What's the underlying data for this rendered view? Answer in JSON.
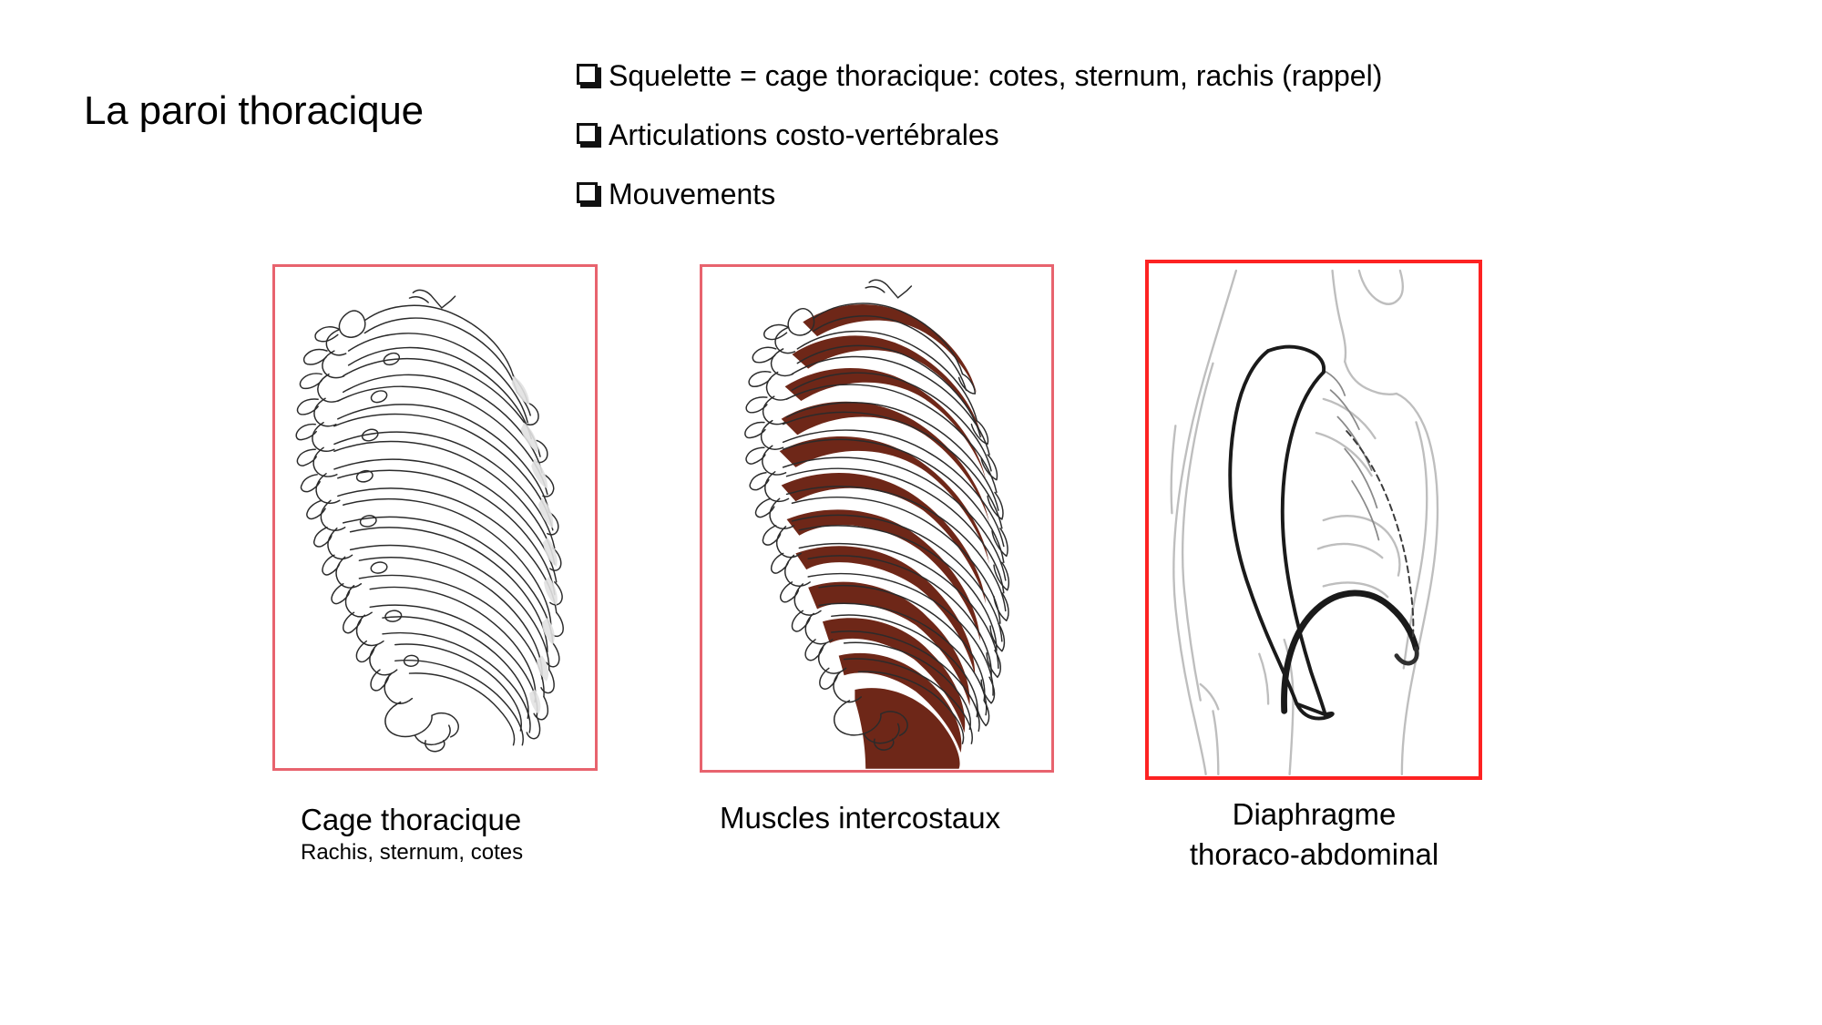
{
  "slide": {
    "title": "La paroi thoracique",
    "background_color": "#FFFFFF",
    "text_color": "#000000"
  },
  "bullets": {
    "marker_glyph": "hollow-square-shadow",
    "items": [
      {
        "text": "Squelette = cage thoracique: cotes, sternum, rachis (rappel)"
      },
      {
        "text": "Articulations costo-vertébrales"
      },
      {
        "text": "Mouvements"
      }
    ]
  },
  "figures": [
    {
      "id": "ribcage",
      "name": "cage-thoracique",
      "frame_color": "#E8636E",
      "caption_main": "Cage thoracique",
      "caption_sub": "Rachis, sternum, cotes",
      "line_color": "#2B2B2B",
      "fill_color": "#FFFFFF"
    },
    {
      "id": "muscles",
      "name": "muscles-intercostaux",
      "frame_color": "#E8636E",
      "caption_main": "Muscles intercostaux",
      "caption_sub": "",
      "line_color": "#2B2B2B",
      "fill_color": "#6E2718"
    },
    {
      "id": "diaphragm",
      "name": "diaphragme-thoraco-abdominal",
      "frame_color": "#FD2222",
      "caption_main": "Diaphragme",
      "caption_sub": "thoraco-abdominal",
      "line_color": "#BFBFBF",
      "fill_color": "#1A1A1A"
    }
  ]
}
